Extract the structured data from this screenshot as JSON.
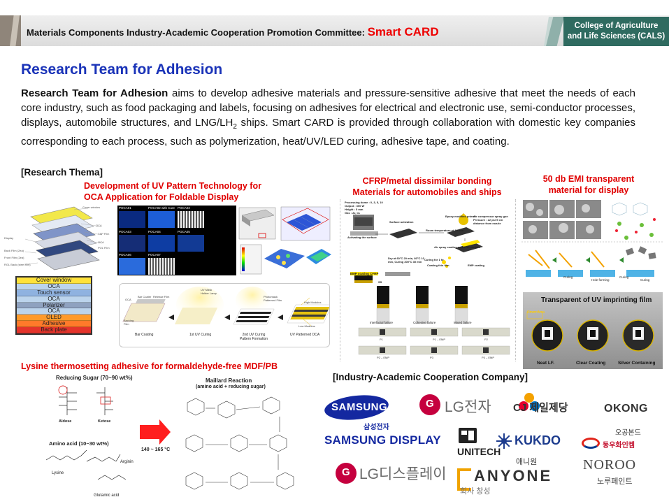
{
  "header": {
    "committee": "Materials Components Industry-Academic Cooperation Promotion Committee:",
    "brand": "Smart CARD",
    "college_line1": "College of Agriculture",
    "college_line2": "and Life Sciences (CALS)"
  },
  "title": "Research Team for Adhesion",
  "intro": {
    "lead": "Research Team for Adhesion",
    "body_part1": " aims to develop adhesive materials and pressure-sensitive adhesive that meet the needs of each core industry, such as food packaging and labels, focusing on adhesives for electrical and electronic use, semi-conductor processes, displays, automobile structures, and LNG/LH",
    "subscript": "2",
    "body_part2": " ships. Smart CARD is provided through collaboration with domestic key companies corresponding to each process, such as polymerization, heat/UV/LED curing, adhesive tape, and coating."
  },
  "research_thema_label": "[Research Thema]",
  "industry_label": "[Industry-Academic Cooperation Company]",
  "themes": {
    "uv": {
      "line1": "Development of UV Pattern Technology for",
      "line2": "OCA Application for Foldable Display",
      "stack_layers": [
        "Cover window",
        "OCA",
        "Touch sensor",
        "OCA",
        "Polarizer",
        "OCA",
        "OLED",
        "Adhesive",
        "Back plate"
      ],
      "explode_labels": [
        "Cover window",
        "OCA",
        "TSP Film",
        "OCA",
        "POL Film",
        "Back Film (2ea)",
        "Front Film (2ea)",
        "RGL Back (steel film)",
        "Display"
      ],
      "grid_labels": [
        "POCA01",
        "POCA02 with Cure",
        "POCA03",
        "POCA03",
        "POCA04",
        "POCA05",
        "POCA06",
        "POCA07"
      ],
      "process_steps": [
        "Bar Coating",
        "1st UV Curing",
        "2nd UV Curing Pattern Formation",
        "UV Patterned OCA"
      ],
      "process_notes": [
        "OCA",
        "Bar Coater",
        "Release Film",
        "Backing Film",
        "UV Mask Holder Lamp",
        "Photomask Patterned Film",
        "High Modulus",
        "Low Modulus"
      ]
    },
    "cfrp": {
      "line1": "CFRP/metal dissimilar bonding",
      "line2": "Materials for automobiles and ships",
      "params": [
        "Processing dome : 0, 3, 5, 10",
        "Output : 300 W",
        "Height : 5 mm",
        "Gas : Ar, O₂"
      ],
      "steps": [
        "Activating the surface",
        "Surface activation",
        "Room temperature at 10 min",
        "Epoxy modified primer",
        "Air compressor spray gun  Pressure : 22 psi  9 cm distance from nozzle",
        "Air spray coating on CFRP surface",
        "EMP coating",
        "Dry at 60°C 20 min, 80°C 10 min, Curing 200°C 30 min",
        "Curing for 1 hr",
        "Coating thin film",
        "EMP coating CFRP",
        "SS"
      ],
      "failures": [
        "Interfacial failure",
        "Cohesive failure",
        "Mixed failure"
      ],
      "sample_labels": [
        "P1",
        "P1 – EMP",
        "P2",
        "P2 – EMP",
        "P3",
        "P3 – EMP"
      ]
    },
    "emi": {
      "line1": "50 db EMI transparent",
      "line2": "material for display",
      "photo_title": "Transparent of UV imprinting film",
      "photo_tag": "Cover Area",
      "photo_labels": [
        "Neat LF.",
        "Clear Coating",
        "Silver Containing"
      ],
      "flow_labels": [
        "Curing",
        "Hole forming",
        "Curing",
        "Curing"
      ]
    },
    "lysine": {
      "line1": "Lysine thermosetting adhesive for formaldehyde-free MDF/PB",
      "reducing_sugar": "Reducing Sugar (70~90 wt%)",
      "aldose": "Aldose",
      "ketose": "Ketose",
      "amino_acid": "Amino acid (10~30 wt%)",
      "lysine_name": "Lysine",
      "arginin": "Arginin",
      "glutamic": "Glutamic acid",
      "temp": "140 ~ 165 °C",
      "maillard": "Maillard Reaction",
      "maillard_sub": "(amino acid + reducing sugar)"
    }
  },
  "companies": [
    {
      "name": "SAMSUNG",
      "sub": "삼성전자"
    },
    {
      "name": "LG전자"
    },
    {
      "name": "CJ 제일제당"
    },
    {
      "name": "OKONG",
      "sub": "오공본드"
    },
    {
      "name": "SAMSUNG DISPLAY"
    },
    {
      "name": "UNITECH"
    },
    {
      "name": "KUKDO"
    },
    {
      "name": "동우화인켐"
    },
    {
      "name": "LG디스플레이"
    },
    {
      "name": "ANYONE",
      "sub": "애니원",
      "sub2": "회사 창성"
    },
    {
      "name": "NOROO",
      "sub": "노루페인트"
    }
  ],
  "colors": {
    "title_blue": "#1a33b8",
    "caption_red": "#e00000",
    "cals_green": "#2f6b60",
    "samsung_blue": "#1428a0",
    "lg_red": "#a50034"
  }
}
